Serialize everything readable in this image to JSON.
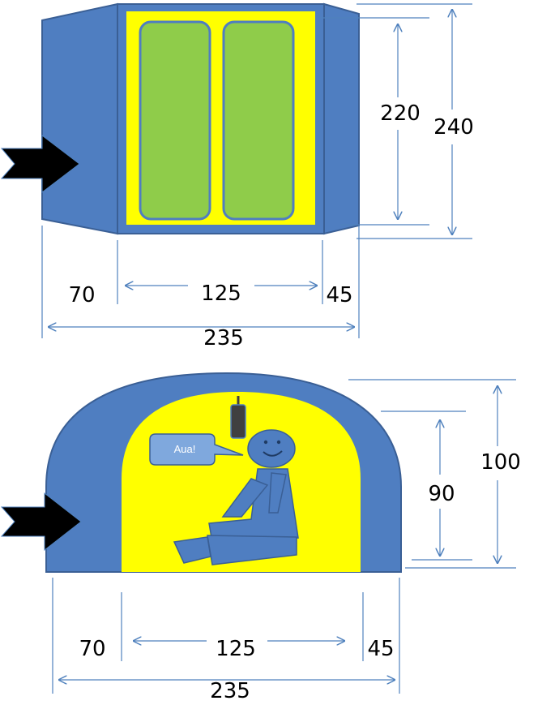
{
  "colors": {
    "tent": "#4f7ec1",
    "tent_outline": "#3a5f95",
    "floor": "#ffff00",
    "mattress": "#8fcc4a",
    "mattress_outline": "#4f7ec1",
    "dimension_line": "#4f81bd",
    "arrow": "#000000",
    "figure": "#4f7ec1",
    "lamp": "#404040"
  },
  "top_view": {
    "dims": {
      "total_length": "235",
      "vestibule_front": "70",
      "inner_length": "125",
      "vestibule_rear": "45",
      "inner_width": "220",
      "total_width": "240"
    },
    "icons": [
      "entrance-arrow-icon"
    ]
  },
  "side_view": {
    "dims": {
      "total_length": "235",
      "vestibule_front": "70",
      "inner_length": "125",
      "vestibule_rear": "45",
      "inner_height": "90",
      "total_height": "100"
    },
    "speech_bubble": "Aua!",
    "icons": [
      "entrance-arrow-icon",
      "lamp-icon",
      "person-icon"
    ]
  }
}
